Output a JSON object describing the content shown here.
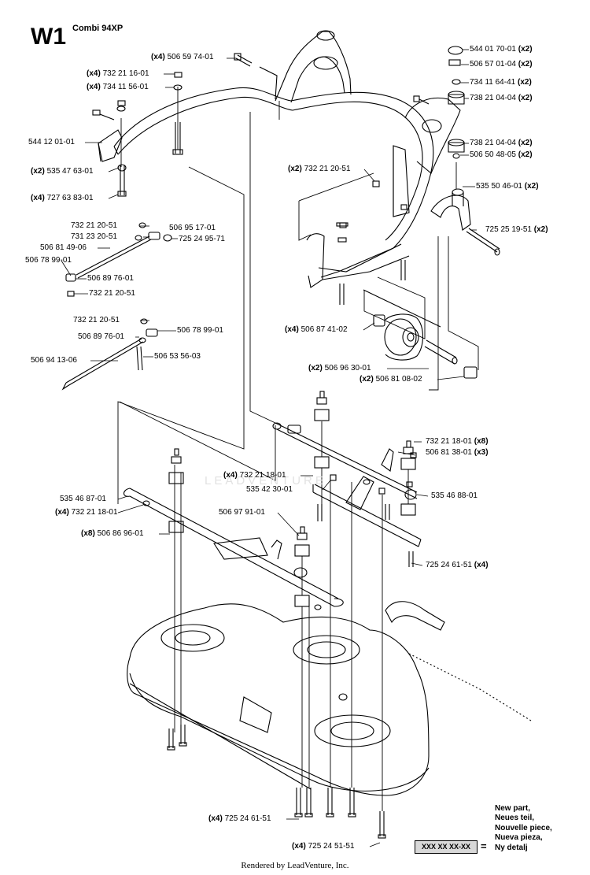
{
  "header": {
    "code": "W1",
    "model": "Combi 94XP"
  },
  "watermark": "LEADVENTURE",
  "footer": "Rendered by LeadVenture, Inc.",
  "legend": {
    "box": "XXX XX XX-XX",
    "equals": "=",
    "lines": [
      "New part,",
      "Neues teil,",
      "Nouvelle piece,",
      "Nueva pieza,",
      "Ny detalj"
    ]
  },
  "callouts": [
    {
      "qty": "(x4)",
      "part": "506 59 74-01"
    },
    {
      "qty": "(x4)",
      "part": "732 21 16-01"
    },
    {
      "qty": "(x4)",
      "part": "734 11 56-01"
    },
    {
      "qty": "",
      "part": "544 12 01-01"
    },
    {
      "qty": "(x2)",
      "part": "535 47 63-01"
    },
    {
      "qty": "(x4)",
      "part": "727 63 83-01"
    },
    {
      "qty": "",
      "part": "732 21 20-51"
    },
    {
      "qty": "",
      "part": "506 95 17-01"
    },
    {
      "qty": "",
      "part": "731 23 20-51"
    },
    {
      "qty": "",
      "part": "725 24 95-71"
    },
    {
      "qty": "",
      "part": "506 81 49-06"
    },
    {
      "qty": "",
      "part": "506 78 99-01"
    },
    {
      "qty": "",
      "part": "506 89 76-01"
    },
    {
      "qty": "",
      "part": "732 21 20-51"
    },
    {
      "qty": "",
      "part": "732 21 20-51"
    },
    {
      "qty": "",
      "part": "506 78 99-01"
    },
    {
      "qty": "",
      "part": "506 89 76-01"
    },
    {
      "qty": "",
      "part": "506 94 13-06"
    },
    {
      "qty": "",
      "part": "506 53 56-03"
    },
    {
      "qty": "(x2)",
      "part": "544 01 70-01"
    },
    {
      "qty": "(x2)",
      "part": "506 57 01-04"
    },
    {
      "qty": "(x2)",
      "part": "734 11 64-41"
    },
    {
      "qty": "(x2)",
      "part": "738 21 04-04"
    },
    {
      "qty": "(x2)",
      "part": "738 21 04-04"
    },
    {
      "qty": "(x2)",
      "part": "506 50 48-05"
    },
    {
      "qty": "(x2)",
      "part": "732 21 20-51"
    },
    {
      "qty": "(x2)",
      "part": "535 50 46-01"
    },
    {
      "qty": "(x2)",
      "part": "725 25 19-51"
    },
    {
      "qty": "(x4)",
      "part": "506 87 41-02"
    },
    {
      "qty": "(x2)",
      "part": "506 96 30-01"
    },
    {
      "qty": "(x2)",
      "part": "506 81 08-02"
    },
    {
      "qty": "(x8)",
      "part": "732 21 18-01"
    },
    {
      "qty": "(x3)",
      "part": "506 81 38-01"
    },
    {
      "qty": "(x4)",
      "part": "732 21 18-01"
    },
    {
      "qty": "",
      "part": "535 42 30-01"
    },
    {
      "qty": "",
      "part": "535 46 88-01"
    },
    {
      "qty": "",
      "part": "535 46 87-01"
    },
    {
      "qty": "(x4)",
      "part": "732 21 18-01"
    },
    {
      "qty": "",
      "part": "506 97 91-01"
    },
    {
      "qty": "(x8)",
      "part": "506 86 96-01"
    },
    {
      "qty": "(x4)",
      "part": "725 24 61-51"
    },
    {
      "qty": "(x4)",
      "part": "725 24 61-51"
    },
    {
      "qty": "(x4)",
      "part": "725 24 51-51"
    }
  ]
}
